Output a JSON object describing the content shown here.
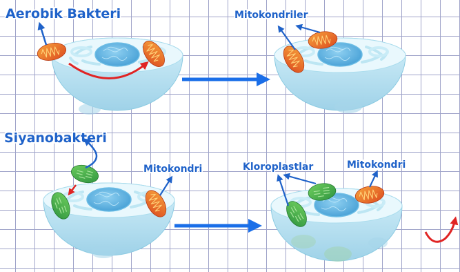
{
  "labels": {
    "aerobic_bacteria": "Aerobik Bakteri",
    "mitochondria_plural": "Mitokondriler",
    "cyanobacteria": "Siyanobakteri",
    "mitochondrion_left": "Mitokondri",
    "chloroplasts": "Kloroplastlar",
    "mitochondrion_right": "Mitokondri"
  },
  "colors": {
    "label_blue": "#1f62c9",
    "arrow_blue": "#1a6ee8",
    "arrow_red": "#e02424",
    "mitochondrion": "#ea6a2a",
    "chloroplast": "#3faa48",
    "cell": "#bfe6f3",
    "nucleus": "#4aa6da",
    "grid": "#9fa3c9"
  }
}
